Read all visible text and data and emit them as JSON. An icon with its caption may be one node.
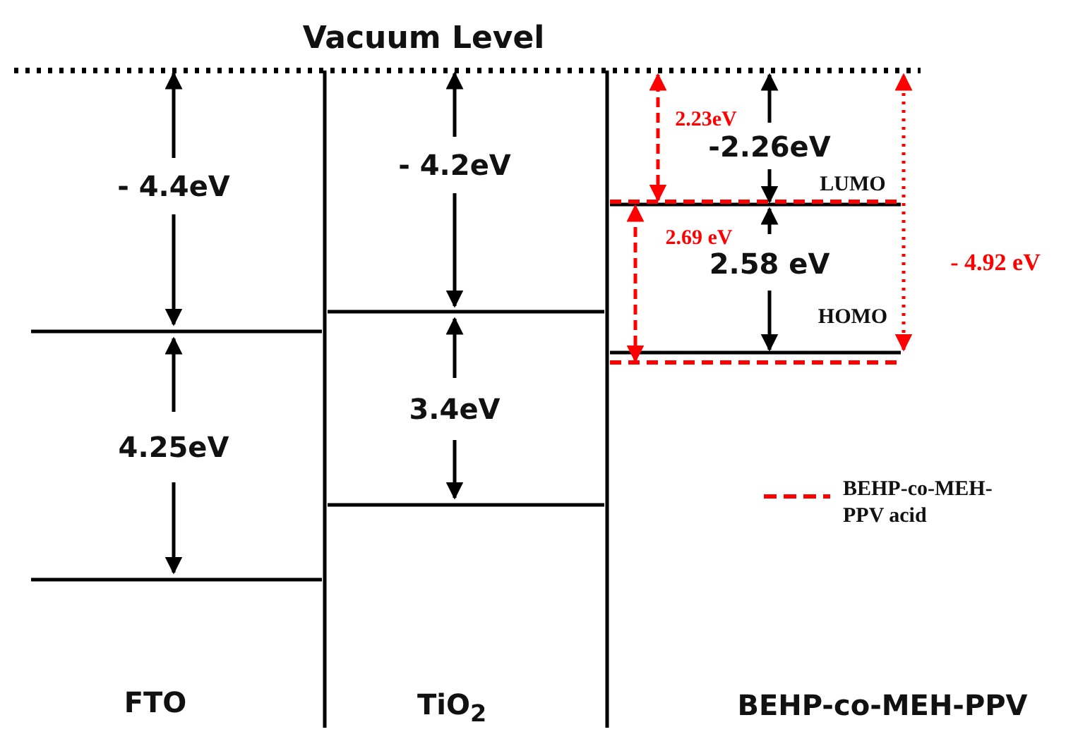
{
  "diagram": {
    "labels": [
      "Vacuum Level",
      "- 4.4eV",
      "- 4.2eV",
      "2.23eV",
      "-2.26eV",
      "LUMO",
      "2.69 eV",
      "2.58 eV",
      "- 4.92 eV",
      "HOMO",
      "3.4eV",
      "4.25eV",
      "FTO",
      "TiO$_{2}$",
      "BEHP-co-MEH-PPV"
    ],
    "legend": [
      {
        "text": "BEHP-co-MEH-PPV acid"
      }
    ]
  }
}
